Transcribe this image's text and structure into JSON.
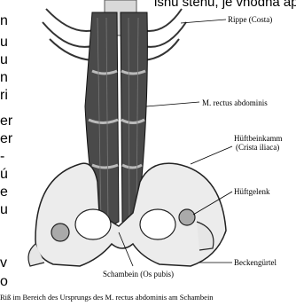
{
  "top_text": "ishu stenu, je vhodná aplikácia tepla.",
  "left_fragments_top": [
    "n",
    "u",
    "u",
    "n",
    "ri"
  ],
  "left_fragments_mid": [
    "er",
    "er",
    "-",
    "ú",
    "e",
    "u"
  ],
  "left_fragments_bottom": [
    "v",
    "o"
  ],
  "labels": {
    "rippe": "Rippe (Costa)",
    "rectus": "M. rectus abdominis",
    "huftbeinkamm": "Hüftbeinkamm",
    "crista": "(Crista iliaca)",
    "huftgelenk": "Hüftgelenk",
    "schambein": "Schambein (Os pubis)",
    "beckenguertel": "Beckengürtel"
  },
  "caption": "Riß im Bereich des Ursprungs des M. rectus abdominis am Schambein"
}
